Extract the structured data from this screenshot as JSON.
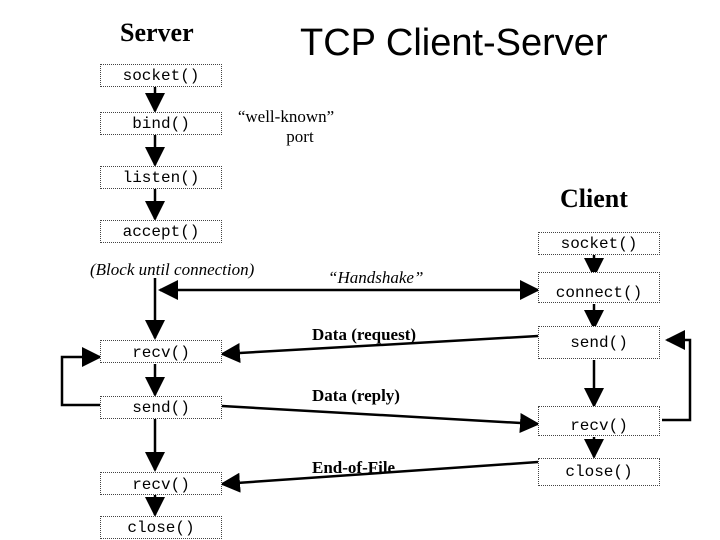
{
  "title": "TCP Client-Server",
  "server": {
    "heading": "Server",
    "calls": {
      "socket": "socket()",
      "bind": "bind()",
      "listen": "listen()",
      "accept": "accept()",
      "recv_1": "recv()",
      "send": "send()",
      "recv_2": "recv()",
      "close": "close()"
    },
    "well_known_port": [
      "“well-known”",
      "port"
    ],
    "block_note": "(Block until connection)"
  },
  "client": {
    "heading": "Client",
    "calls": {
      "socket": "socket()",
      "connect": "connect()",
      "send": "send()",
      "recv": "recv()",
      "close": "close()"
    }
  },
  "messages": {
    "handshake": "“Handshake”",
    "request": "Data (request)",
    "reply": "Data (reply)",
    "eof": "End-of-File"
  }
}
